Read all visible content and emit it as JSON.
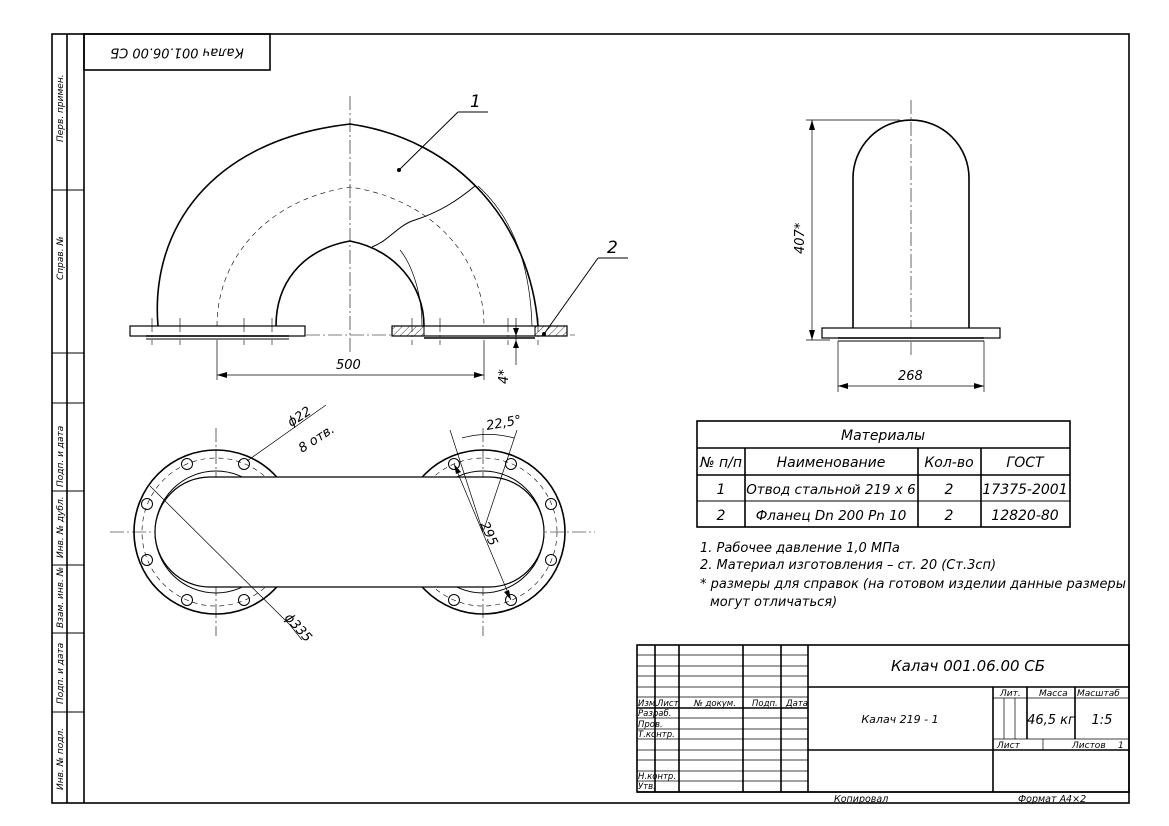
{
  "stamp_top": "Калач 001.06.00 СБ",
  "side_labels": [
    "Перв. примен.",
    "Справ. №",
    "Подп. и дата",
    "Инв. № дубл.",
    "Взам. инв. №",
    "Подп. и дата",
    "Инв. № подл."
  ],
  "callouts": {
    "pos1": "1",
    "pos2": "2"
  },
  "dimensions": {
    "len_500": "500",
    "wall_4": "4*",
    "height_407": "407*",
    "width_268": "268",
    "hole_dia": "ϕ22",
    "hole_count": "8 отв.",
    "angle": "22,5°",
    "bolt_circle": "295",
    "flange_dia": "ϕ335"
  },
  "materials": {
    "title": "Материалы",
    "headers": [
      "№ п/п",
      "Наименование",
      "Кол-во",
      "ГОСТ"
    ],
    "rows": [
      {
        "num": "1",
        "name": "Отвод стальной 219 x 6",
        "qty": "2",
        "gost": "17375-2001"
      },
      {
        "num": "2",
        "name": "Фланец Dn 200 Pn 10",
        "qty": "2",
        "gost": "12820-80"
      }
    ]
  },
  "notes": [
    "1. Рабочее давление 1,0 МПа",
    "2. Материал изготовления – ст. 20 (Ст.3сп)",
    "* размеры для справок (на готовом изделии данные размеры",
    "могут отличаться)"
  ],
  "title_block": {
    "designation": "Калач 001.06.00 СБ",
    "name": "Калач 219 - 1",
    "col_headers": [
      "Изм.",
      "Лист",
      "№ докум.",
      "Подп.",
      "Дата"
    ],
    "roles": [
      "Разраб.",
      "Пров.",
      "Т.контр.",
      "Н.контр.",
      "Утв."
    ],
    "lit_label": "Лит.",
    "mass_label": "Масса",
    "scale_label": "Масштаб",
    "mass": "46,5 кг",
    "scale": "1:5",
    "sheet_label": "Лист",
    "sheets_label": "Листов",
    "sheets": "1",
    "copied": "Копировал",
    "format": "Формат   А4×2"
  }
}
